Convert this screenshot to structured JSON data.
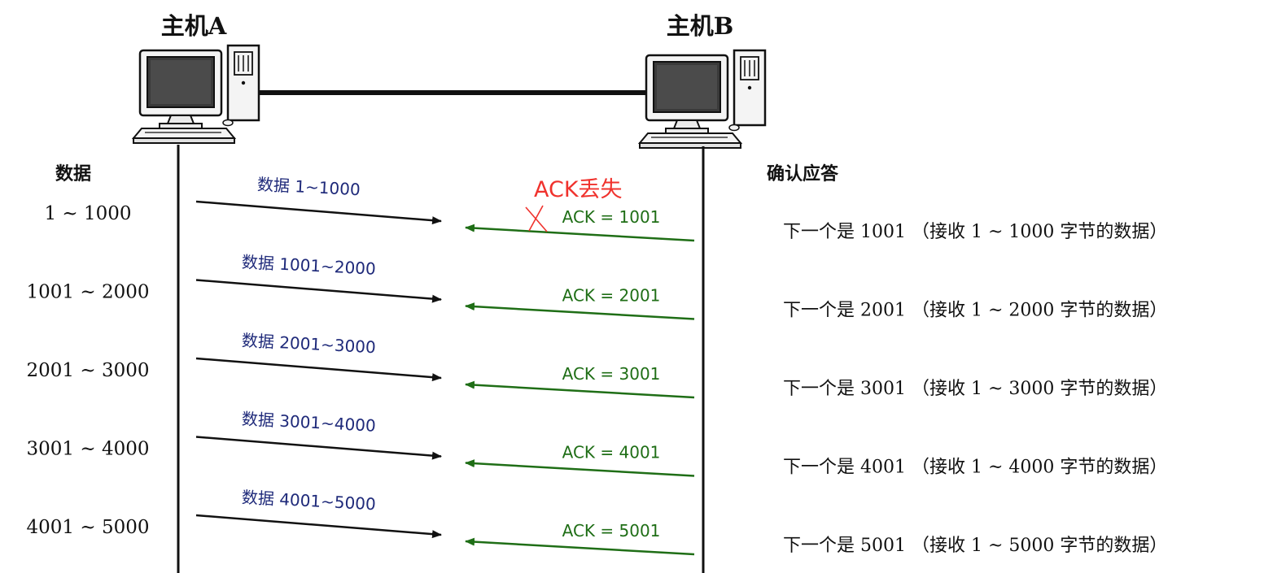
{
  "colors": {
    "data_arrow": "#111111",
    "data_label": "#1f2a7a",
    "ack_arrow": "#1f6e16",
    "lost_mark": "#f0322d",
    "text": "#111111"
  },
  "hosts": {
    "a": {
      "name": "主机A",
      "icon": "desktop-computer-icon"
    },
    "b": {
      "name": "主机B",
      "icon": "desktop-computer-icon"
    }
  },
  "columns": {
    "left_header": "数据",
    "right_header": "确认应答"
  },
  "lost_label": "ACK丢失",
  "exchanges": [
    {
      "range": "1 ~ 1000",
      "segment": "数据 1~1000",
      "ack": "ACK = 1001",
      "note": "下一个是 1001 （接收 1 ~ 1000 字节的数据）",
      "ack_lost": true
    },
    {
      "range": "1001 ~ 2000",
      "segment": "数据 1001~2000",
      "ack": "ACK = 2001",
      "note": "下一个是 2001 （接收 1 ~ 2000 字节的数据）",
      "ack_lost": false
    },
    {
      "range": "2001 ~ 3000",
      "segment": "数据 2001~3000",
      "ack": "ACK = 3001",
      "note": "下一个是 3001 （接收 1 ~ 3000 字节的数据）",
      "ack_lost": false
    },
    {
      "range": "3001 ~ 4000",
      "segment": "数据 3001~4000",
      "ack": "ACK = 4001",
      "note": "下一个是 4001 （接收 1 ~ 4000 字节的数据）",
      "ack_lost": false
    },
    {
      "range": "4001 ~ 5000",
      "segment": "数据 4001~5000",
      "ack": "ACK = 5001",
      "note": "下一个是 5001 （接收 1 ~ 5000 字节的数据）",
      "ack_lost": false
    }
  ]
}
